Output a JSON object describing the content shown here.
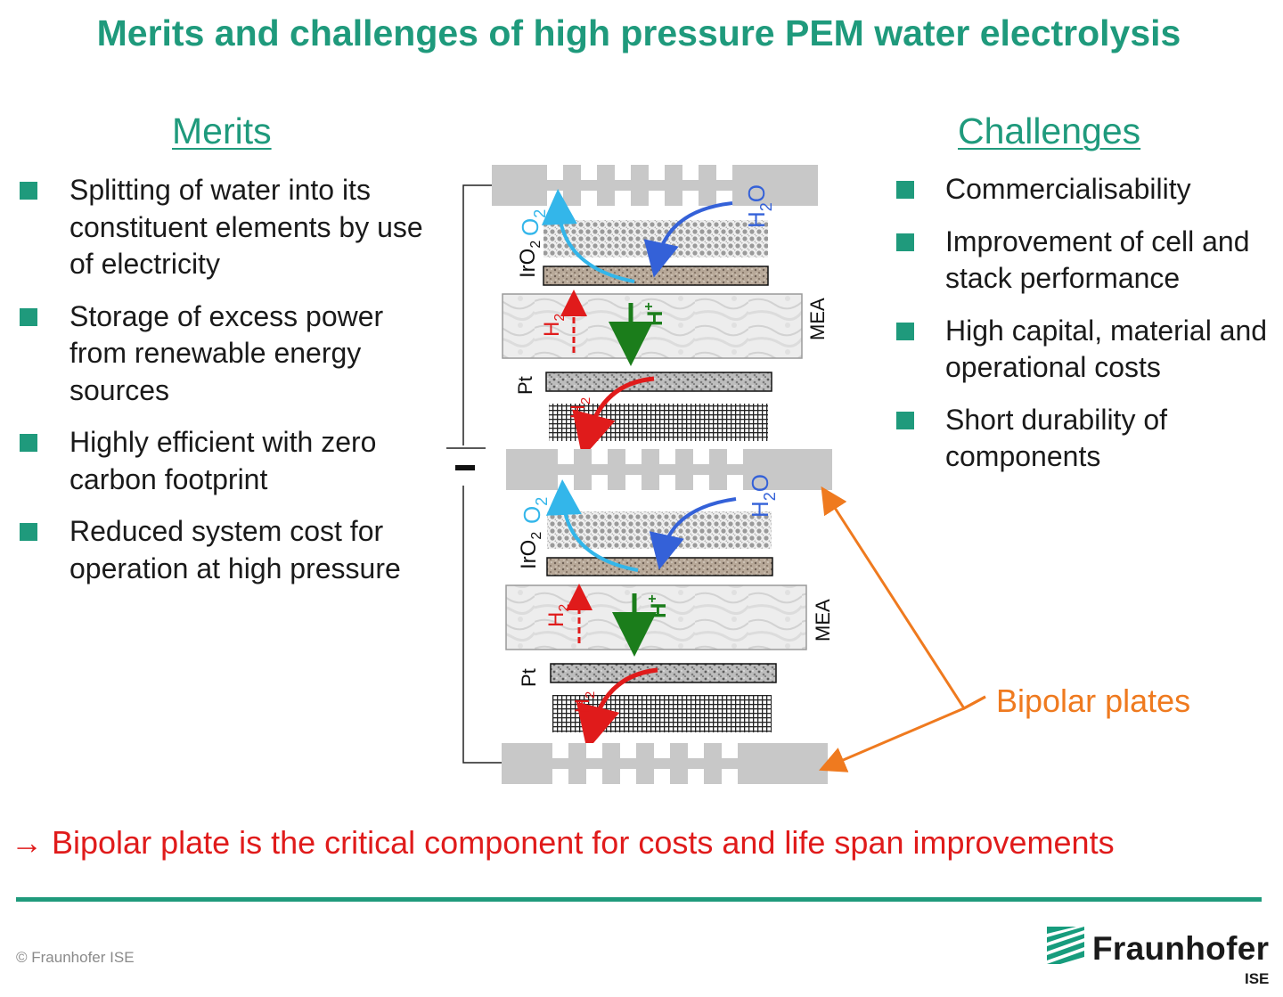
{
  "title": "Merits and challenges of high pressure PEM water electrolysis",
  "merits": {
    "heading": "Merits",
    "items": [
      "Splitting of water into its constituent elements by use of electricity",
      "Storage of excess power from renewable energy sources",
      "Highly efficient with zero carbon footprint",
      "Reduced system cost for operation at high pressure"
    ]
  },
  "challenges": {
    "heading": "Challenges",
    "items": [
      "Commercialisability",
      "Improvement of cell and stack performance",
      "High capital, material and operational costs",
      "Short durability of components"
    ]
  },
  "diagram": {
    "cell_labels": {
      "anode_catalyst": "IrO",
      "anode_catalyst_sub": "2",
      "cathode_catalyst": "Pt",
      "membrane": "MEA",
      "water": "H",
      "water_sub": "2",
      "water_tail": "O",
      "oxygen": "O",
      "oxygen_sub": "2",
      "hydrogen": "H",
      "hydrogen_sub": "2",
      "proton": "H",
      "proton_sup": "+"
    },
    "polarity": "−",
    "bipolar_label": "Bipolar plates",
    "colors": {
      "accent": "#1f9a7c",
      "hydrogen": "#e01b1b",
      "proton": "#1b7d1b",
      "oxygen": "#33b6ea",
      "water": "#3461d8",
      "bipolar": "#ef7a1f",
      "plate": "#c8c8c8"
    }
  },
  "conclusion": "→ Bipolar plate is the critical component for costs and life span improvements",
  "footer": {
    "copyright": "© Fraunhofer ISE",
    "logo_name": "Fraunhofer",
    "logo_sub": "ISE"
  }
}
